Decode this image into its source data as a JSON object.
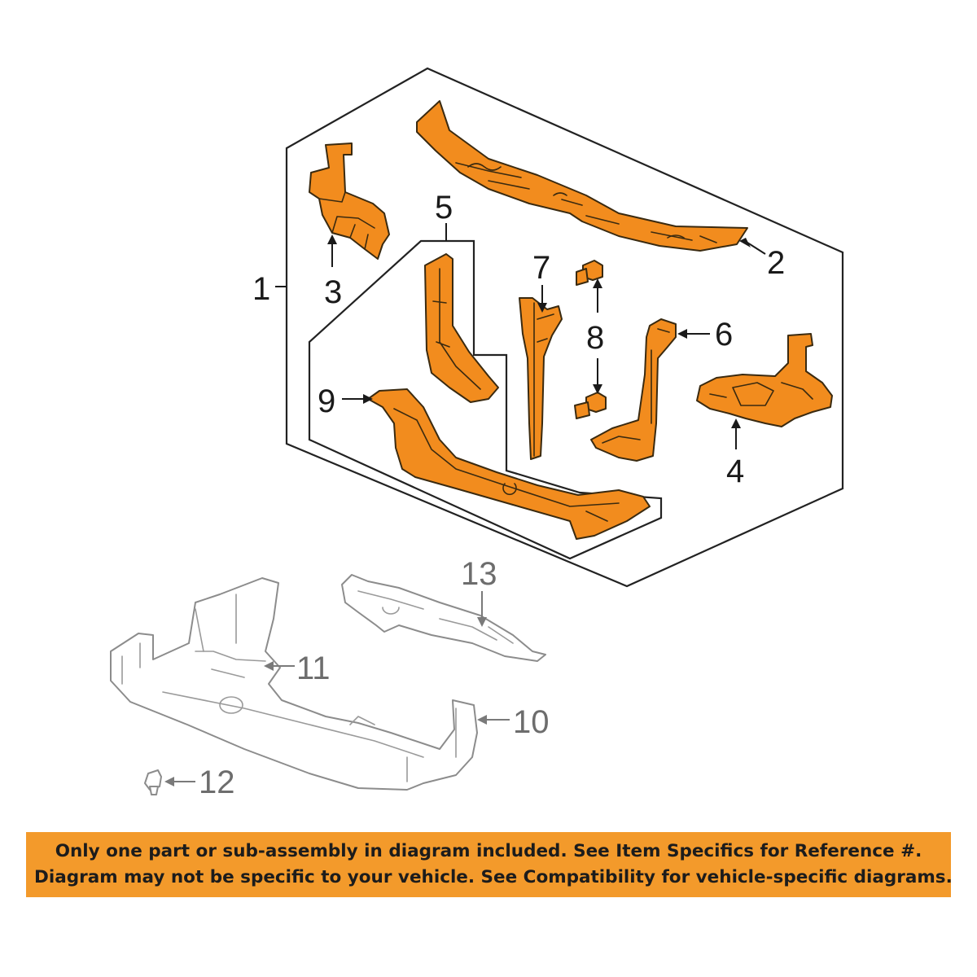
{
  "callouts": {
    "c1": "1",
    "c2": "2",
    "c3": "3",
    "c4": "4",
    "c5": "5",
    "c6": "6",
    "c7": "7",
    "c8": "8",
    "c9": "9",
    "c10": "10",
    "c11": "11",
    "c12": "12",
    "c13": "13"
  },
  "colors": {
    "part_fill": "#f28c1e",
    "banner": "#f39a2b",
    "grey_outline": "#8c8c8c"
  },
  "banner": {
    "line1": "Only one part or sub-assembly in diagram included. See Item Specifics for Reference #.",
    "line2": "Diagram may not be specific to your vehicle. See Compatibility for vehicle-specific diagrams."
  }
}
